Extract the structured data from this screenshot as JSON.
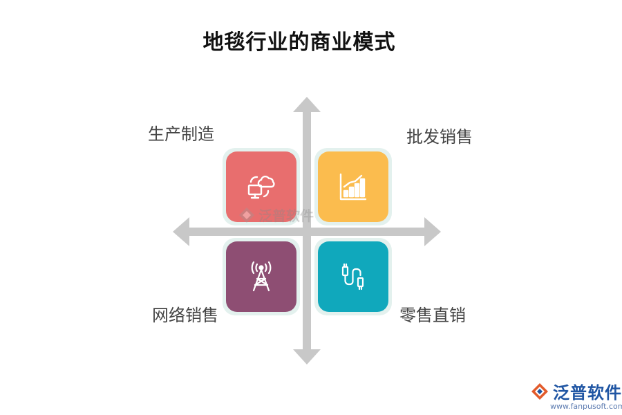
{
  "title": "地毯行业的商业模式",
  "quadrants": {
    "top_left": {
      "label": "生产制造",
      "color": "#e86e6e",
      "icon": "cloud-computer-icon"
    },
    "top_right": {
      "label": "批发销售",
      "color": "#fbbc4e",
      "icon": "bar-chart-icon"
    },
    "bottom_left": {
      "label": "网络销售",
      "color": "#8e4e73",
      "icon": "signal-tower-icon"
    },
    "bottom_right": {
      "label": "零售直销",
      "color": "#10a8bc",
      "icon": "usb-cable-icon"
    }
  },
  "axis_color": "#c8c8c8",
  "watermark": {
    "text": "泛普软件"
  },
  "brand": {
    "name": "泛普软件",
    "url": "www.fanpusoft.com",
    "color": "#1f55a3"
  }
}
